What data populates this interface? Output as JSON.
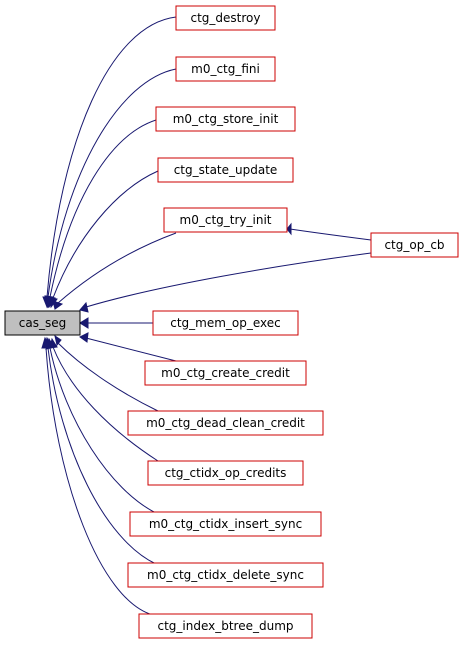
{
  "diagram": {
    "colors": {
      "edge": "#191970",
      "node_border": "#cc0000",
      "root_fill": "#bfbfbf"
    },
    "nodes": {
      "cas_seg": "cas_seg",
      "ctg_destroy": "ctg_destroy",
      "m0_ctg_fini": "m0_ctg_fini",
      "m0_ctg_store_init": "m0_ctg_store_init",
      "ctg_state_update": "ctg_state_update",
      "m0_ctg_try_init": "m0_ctg_try_init",
      "ctg_op_cb": "ctg_op_cb",
      "ctg_mem_op_exec": "ctg_mem_op_exec",
      "m0_ctg_create_credit": "m0_ctg_create_credit",
      "m0_ctg_dead_clean_credit": "m0_ctg_dead_clean_credit",
      "ctg_ctidx_op_credits": "ctg_ctidx_op_credits",
      "m0_ctg_ctidx_insert_sync": "m0_ctg_ctidx_insert_sync",
      "m0_ctg_ctidx_delete_sync": "m0_ctg_ctidx_delete_sync",
      "ctg_index_btree_dump": "ctg_index_btree_dump"
    }
  }
}
